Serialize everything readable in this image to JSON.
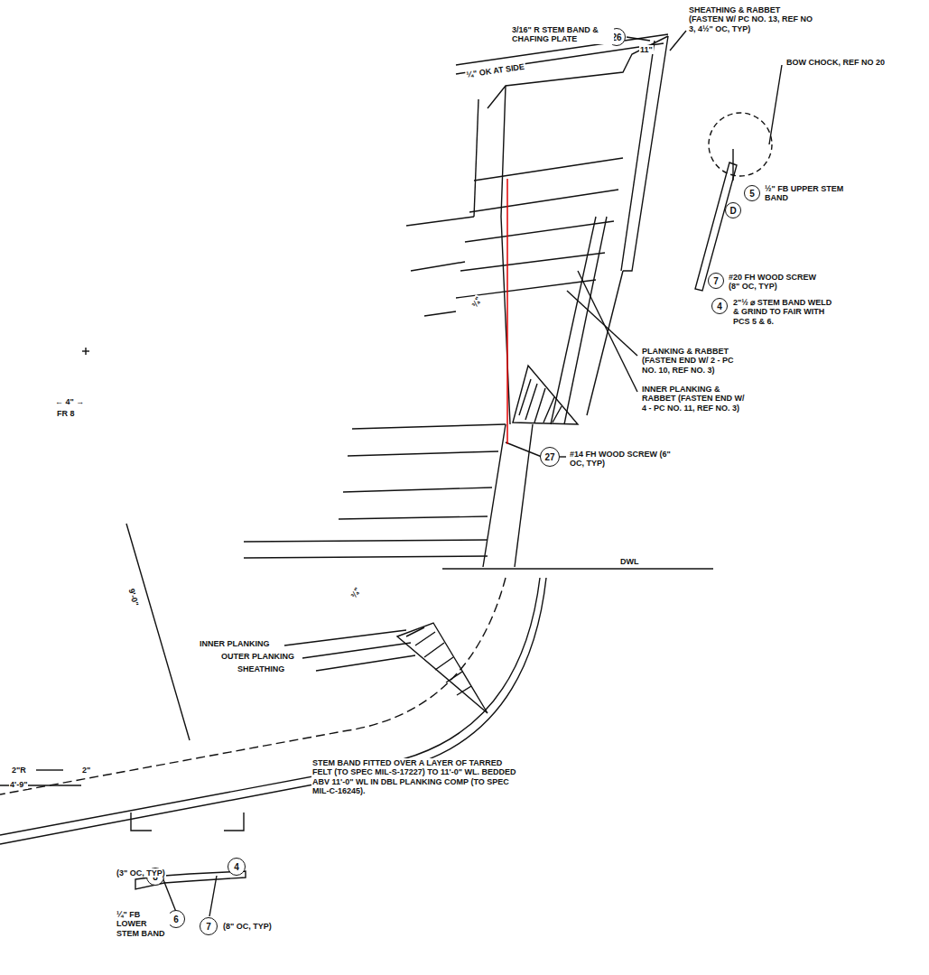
{
  "diagram": {
    "nodes": [
      {
        "text": [
          "26"
        ]
      },
      {
        "text": [
          "5"
        ]
      },
      {
        "text": [
          "D"
        ]
      },
      {
        "text": [
          "7"
        ]
      },
      {
        "text": [
          "4"
        ]
      },
      {
        "text": [
          "27"
        ]
      },
      {
        "text": [
          "4"
        ]
      },
      {
        "text": [
          "8"
        ]
      },
      {
        "text": [
          "6"
        ]
      },
      {
        "text": [
          "7"
        ]
      }
    ],
    "labels": [
      "SHEATHING & RABBET (FASTEN W/ PC NO. 13, REF NO 3, 4½\" OC, TYP)",
      "3/16\" R STEM BAND & CHAFING PLATE",
      "11\"",
      "¼\" OK AT SIDE",
      "BOW CHOCK, REF NO 20",
      "½\" FB UPPER STEM BAND",
      "#20 FH WOOD SCREW (8\" OC, TYP)",
      "2\"½ ⌀ STEM BAND WELD & GRIND TO FAIR WITH PCS 5 & 6.",
      "PLANKING & RABBET (FASTEN END W/ 2 - PC NO. 10, REF NO. 3)",
      "INNER PLANKING & RABBET (FASTEN END W/ 4 - PC NO. 11, REF NO. 3)",
      "← 4\" →",
      "FR 8",
      "#14 FH WOOD SCREW (6\" OC, TYP)",
      "DWL",
      "9'-0\"",
      "INNER PLANKING",
      "OUTER PLANKING",
      "SHEATHING",
      "STEM BAND FITTED OVER A LAYER OF TARRED FELT (TO SPEC MIL-S-17227) TO 11'-0\" WL. BEDDED ABV 11'-0\" WL IN DBL PLANKING COMP (TO SPEC MIL-C-16245).",
      "2\"R",
      "4'-9\"",
      "2\"",
      "¾\"",
      "¾\"",
      "(3\" OC, TYP)",
      "¼\" FB LOWER STEM BAND",
      "(8\" OC, TYP)"
    ]
  }
}
